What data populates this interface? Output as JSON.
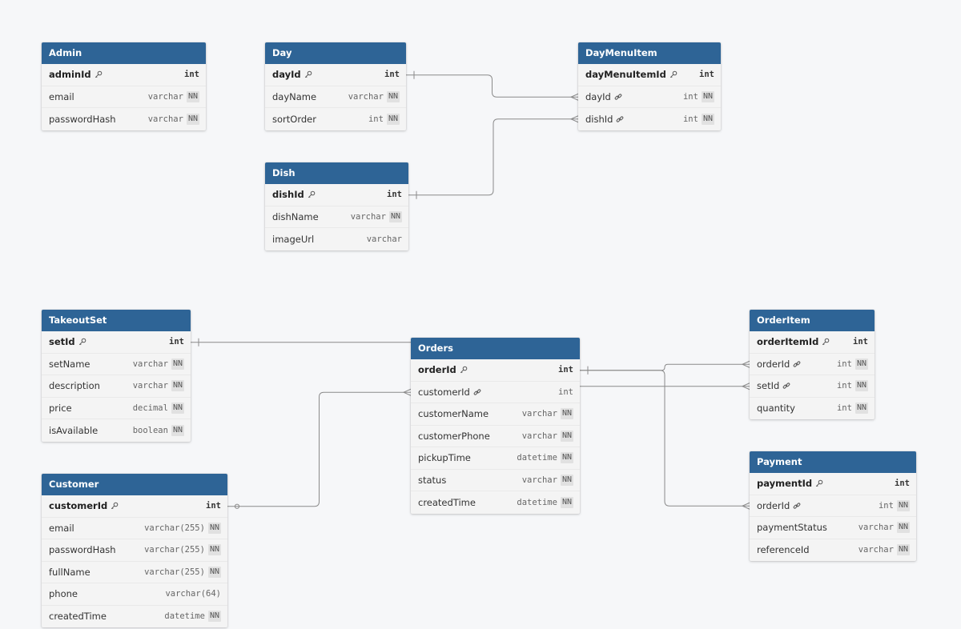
{
  "colors": {
    "header": "#2e6496",
    "line": "#8a8a8a",
    "background": "#f6f7f9"
  },
  "icons": {
    "primary_key": "key-icon",
    "foreign_key": "link-icon"
  },
  "tables": [
    {
      "id": "admin",
      "name": "Admin",
      "columns": [
        {
          "name": "adminId",
          "type": "int",
          "nn": "",
          "pk": true,
          "fk": false
        },
        {
          "name": "email",
          "type": "varchar",
          "nn": "NN",
          "pk": false,
          "fk": false
        },
        {
          "name": "passwordHash",
          "type": "varchar",
          "nn": "NN",
          "pk": false,
          "fk": false
        }
      ]
    },
    {
      "id": "day",
      "name": "Day",
      "columns": [
        {
          "name": "dayId",
          "type": "int",
          "nn": "",
          "pk": true,
          "fk": false
        },
        {
          "name": "dayName",
          "type": "varchar",
          "nn": "NN",
          "pk": false,
          "fk": false
        },
        {
          "name": "sortOrder",
          "type": "int",
          "nn": "NN",
          "pk": false,
          "fk": false
        }
      ]
    },
    {
      "id": "daymenuitem",
      "name": "DayMenuItem",
      "columns": [
        {
          "name": "dayMenuItemId",
          "type": "int",
          "nn": "",
          "pk": true,
          "fk": false
        },
        {
          "name": "dayId",
          "type": "int",
          "nn": "NN",
          "pk": false,
          "fk": true
        },
        {
          "name": "dishId",
          "type": "int",
          "nn": "NN",
          "pk": false,
          "fk": true
        }
      ]
    },
    {
      "id": "dish",
      "name": "Dish",
      "columns": [
        {
          "name": "dishId",
          "type": "int",
          "nn": "",
          "pk": true,
          "fk": false
        },
        {
          "name": "dishName",
          "type": "varchar",
          "nn": "NN",
          "pk": false,
          "fk": false
        },
        {
          "name": "imageUrl",
          "type": "varchar",
          "nn": "",
          "pk": false,
          "fk": false
        }
      ]
    },
    {
      "id": "takeoutset",
      "name": "TakeoutSet",
      "columns": [
        {
          "name": "setId",
          "type": "int",
          "nn": "",
          "pk": true,
          "fk": false
        },
        {
          "name": "setName",
          "type": "varchar",
          "nn": "NN",
          "pk": false,
          "fk": false
        },
        {
          "name": "description",
          "type": "varchar",
          "nn": "NN",
          "pk": false,
          "fk": false
        },
        {
          "name": "price",
          "type": "decimal",
          "nn": "NN",
          "pk": false,
          "fk": false
        },
        {
          "name": "isAvailable",
          "type": "boolean",
          "nn": "NN",
          "pk": false,
          "fk": false
        }
      ]
    },
    {
      "id": "orders",
      "name": "Orders",
      "columns": [
        {
          "name": "orderId",
          "type": "int",
          "nn": "",
          "pk": true,
          "fk": false
        },
        {
          "name": "customerId",
          "type": "int",
          "nn": "",
          "pk": false,
          "fk": true
        },
        {
          "name": "customerName",
          "type": "varchar",
          "nn": "NN",
          "pk": false,
          "fk": false
        },
        {
          "name": "customerPhone",
          "type": "varchar",
          "nn": "NN",
          "pk": false,
          "fk": false
        },
        {
          "name": "pickupTime",
          "type": "datetime",
          "nn": "NN",
          "pk": false,
          "fk": false
        },
        {
          "name": "status",
          "type": "varchar",
          "nn": "NN",
          "pk": false,
          "fk": false
        },
        {
          "name": "createdTime",
          "type": "datetime",
          "nn": "NN",
          "pk": false,
          "fk": false
        }
      ]
    },
    {
      "id": "orderitem",
      "name": "OrderItem",
      "columns": [
        {
          "name": "orderItemId",
          "type": "int",
          "nn": "",
          "pk": true,
          "fk": false
        },
        {
          "name": "orderId",
          "type": "int",
          "nn": "NN",
          "pk": false,
          "fk": true
        },
        {
          "name": "setId",
          "type": "int",
          "nn": "NN",
          "pk": false,
          "fk": true
        },
        {
          "name": "quantity",
          "type": "int",
          "nn": "NN",
          "pk": false,
          "fk": false
        }
      ]
    },
    {
      "id": "payment",
      "name": "Payment",
      "columns": [
        {
          "name": "paymentId",
          "type": "int",
          "nn": "",
          "pk": true,
          "fk": false
        },
        {
          "name": "orderId",
          "type": "int",
          "nn": "NN",
          "pk": false,
          "fk": true
        },
        {
          "name": "paymentStatus",
          "type": "varchar",
          "nn": "NN",
          "pk": false,
          "fk": false
        },
        {
          "name": "referenceId",
          "type": "varchar",
          "nn": "NN",
          "pk": false,
          "fk": false
        }
      ]
    },
    {
      "id": "customer",
      "name": "Customer",
      "columns": [
        {
          "name": "customerId",
          "type": "int",
          "nn": "",
          "pk": true,
          "fk": false
        },
        {
          "name": "email",
          "type": "varchar(255)",
          "nn": "NN",
          "pk": false,
          "fk": false
        },
        {
          "name": "passwordHash",
          "type": "varchar(255)",
          "nn": "NN",
          "pk": false,
          "fk": false
        },
        {
          "name": "fullName",
          "type": "varchar(255)",
          "nn": "NN",
          "pk": false,
          "fk": false
        },
        {
          "name": "phone",
          "type": "varchar(64)",
          "nn": "",
          "pk": false,
          "fk": false
        },
        {
          "name": "createdTime",
          "type": "datetime",
          "nn": "NN",
          "pk": false,
          "fk": false
        }
      ]
    }
  ],
  "relationships": [
    {
      "from_table": "day",
      "from_column": "dayId",
      "to_table": "daymenuitem",
      "to_column": "dayId",
      "from_end": "one",
      "to_end": "many"
    },
    {
      "from_table": "dish",
      "from_column": "dishId",
      "to_table": "daymenuitem",
      "to_column": "dishId",
      "from_end": "one",
      "to_end": "many"
    },
    {
      "from_table": "takeoutset",
      "from_column": "setId",
      "to_table": "orderitem",
      "to_column": "setId",
      "from_end": "one",
      "to_end": "many"
    },
    {
      "from_table": "orders",
      "from_column": "orderId",
      "to_table": "orderitem",
      "to_column": "orderId",
      "from_end": "one",
      "to_end": "many"
    },
    {
      "from_table": "orders",
      "from_column": "orderId",
      "to_table": "payment",
      "to_column": "orderId",
      "from_end": "one",
      "to_end": "many"
    },
    {
      "from_table": "customer",
      "from_column": "customerId",
      "to_table": "orders",
      "to_column": "customerId",
      "from_end": "zero-or-one",
      "to_end": "many"
    }
  ]
}
